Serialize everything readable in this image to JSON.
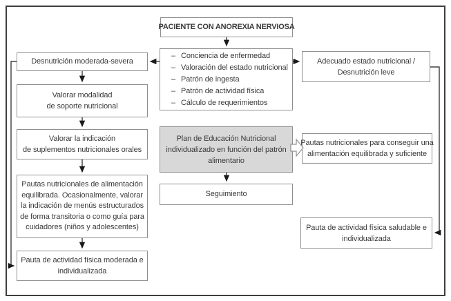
{
  "title": "PACIENTE CON ANOREXIA NERVIOSA",
  "assessment": {
    "marker": "–",
    "items": [
      "Conciencia de enfermedad",
      "Valoración del estado nutricional",
      "Patrón de ingesta",
      "Patrón de actividad física",
      "Cálculo de requerimientos"
    ]
  },
  "plan": {
    "lines": [
      "Plan de Educación Nutricional",
      "individualizado en función del patrón",
      "alimentario"
    ]
  },
  "seguimiento": "Seguimiento",
  "left": {
    "box1": "Desnutrición moderada-severa",
    "box2": {
      "lines": [
        "Valorar modalidad",
        "de soporte nutricional"
      ]
    },
    "box3": {
      "lines": [
        "Valorar la indicación",
        "de suplementos nutricionales orales"
      ]
    },
    "box4": {
      "lines": [
        "Pautas nutricionales de alimentación",
        "equilibrada. Ocasionalmente, valorar",
        "la indicación de menús estructurados",
        "de forma transitoria o como guía para",
        "cuidadores (niños y adolescentes)"
      ]
    },
    "box5": {
      "lines": [
        "Pauta de actividad física moderada e",
        "individualizada"
      ]
    }
  },
  "right": {
    "box1": {
      "lines": [
        "Adecuado estado nutricional /",
        "Desnutrición leve"
      ]
    },
    "box2": {
      "lines": [
        "Pautas nutricionales para conseguir una",
        "alimentación equilibrada y suficiente"
      ]
    },
    "box3": {
      "lines": [
        "Pauta de actividad física saludable e",
        "individualizada"
      ]
    }
  },
  "colors": {
    "frame_border": "#3e3e3e",
    "box_border": "#8f8f8f",
    "shaded_fill": "#d8d8d8",
    "arrow": "#1a1a1a",
    "text": "#3a3a3a"
  }
}
